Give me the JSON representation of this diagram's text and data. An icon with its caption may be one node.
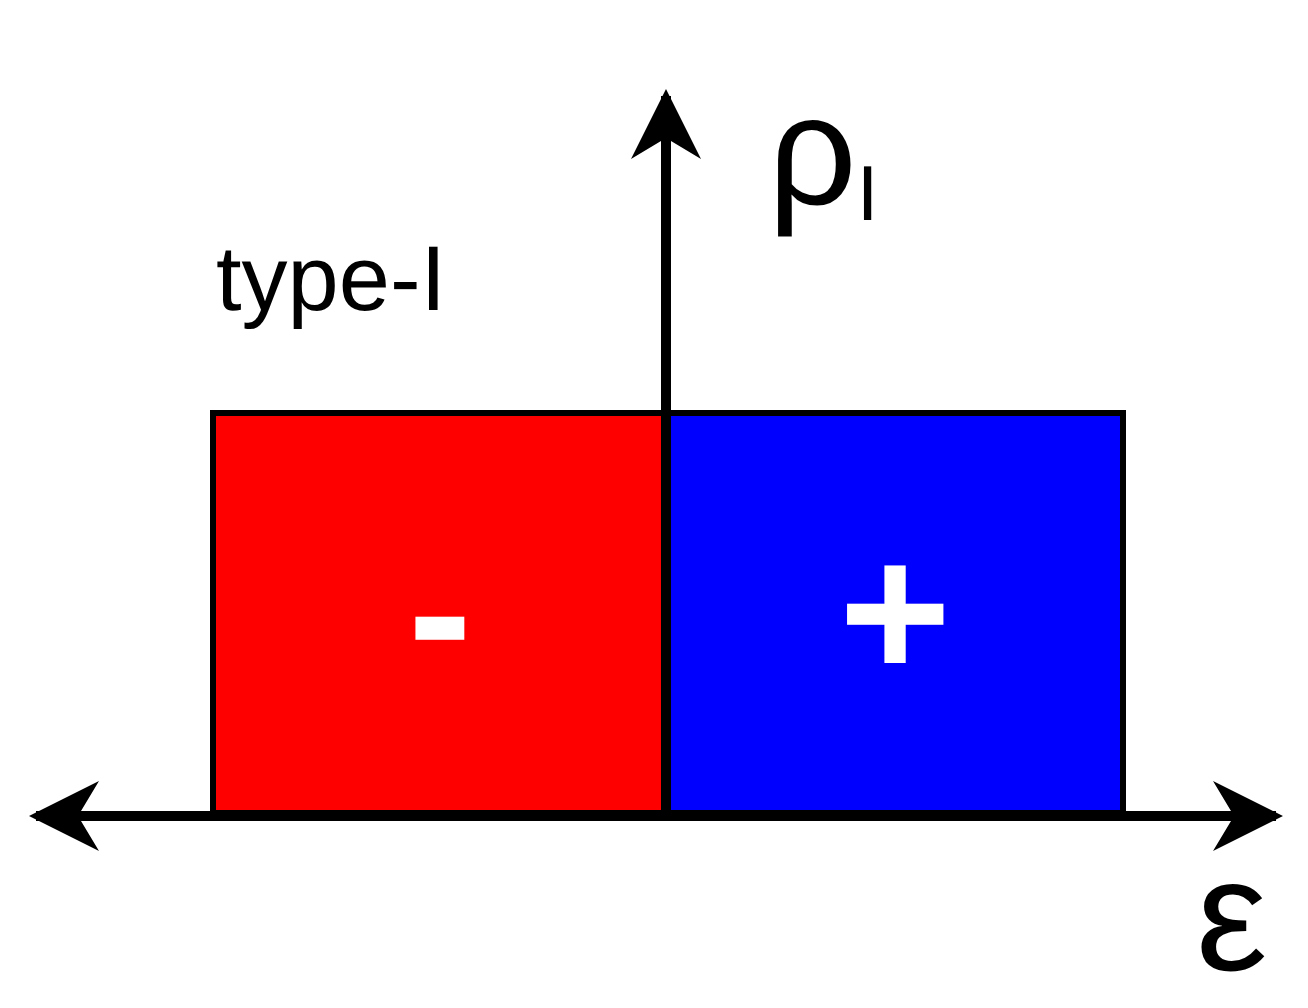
{
  "diagram": {
    "nodes": [
      {
        "text": [
          "-"
        ]
      },
      {
        "text": [
          "+"
        ]
      }
    ],
    "labels": [
      "ρ$_{I}$",
      "type-I",
      "ε"
    ]
  }
}
